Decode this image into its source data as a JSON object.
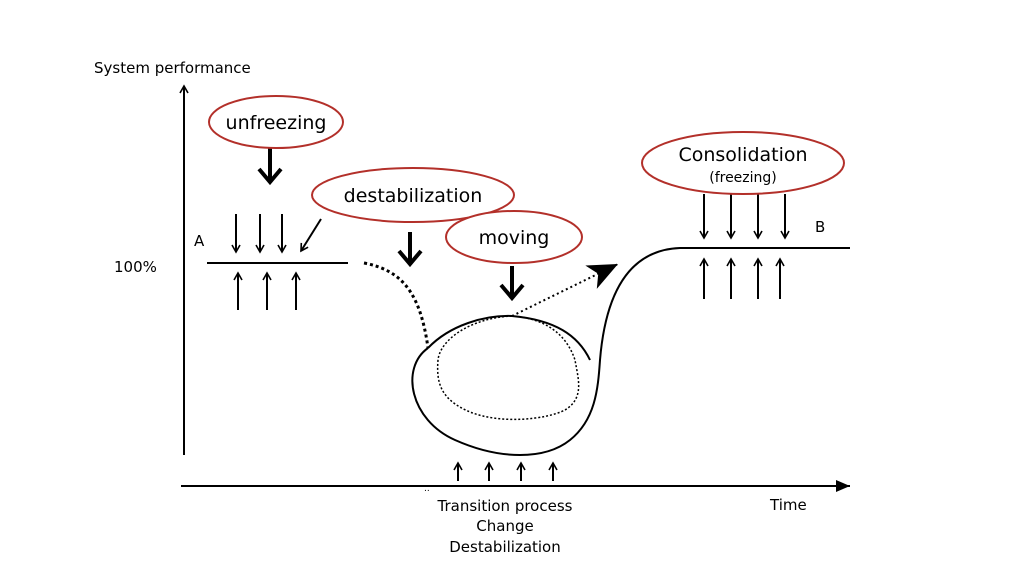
{
  "y_axis_label": "System performance",
  "x_axis_label": "Time",
  "level_label": "100%",
  "point_a": "A",
  "point_b": "B",
  "phases": {
    "unfreezing": "unfreezing",
    "destabilization": "destabilization",
    "moving": "moving",
    "consolidation": "Consolidation",
    "consolidation_sub": "(freezing)"
  },
  "bottom_caption": {
    "line1": "Transition process",
    "line2": "Change",
    "line3": "Destabilization",
    "mark": ".."
  },
  "colors": {
    "ellipse_stroke": "#b3302a",
    "line": "#000000"
  }
}
